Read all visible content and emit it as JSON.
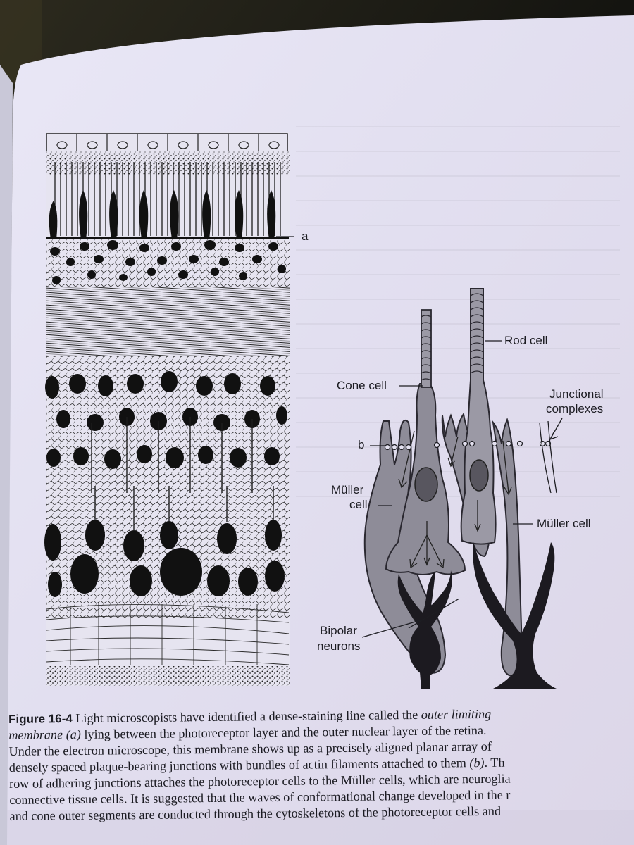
{
  "figure": {
    "label_a": "a",
    "label_b": "b",
    "labels": {
      "rod_cell": "Rod cell",
      "cone_cell": "Cone cell",
      "junctional_1": "Junctional",
      "junctional_2": "complexes",
      "muller_left_1": "Müller",
      "muller_left_2": "cell",
      "muller_right": "Müller cell",
      "bipolar_1": "Bipolar",
      "bipolar_2": "neurons"
    }
  },
  "caption": {
    "figure_number": "Figure 16-4",
    "line1_text": " Light microscopists have identified a dense-staining line called the ",
    "line1_italic": "outer limiting",
    "line2_italic": "membrane (a)",
    "line2_text": " lying between the photoreceptor layer and the outer nuclear layer of the retina.",
    "line3": "Under the electron microscope, this membrane shows up as a precisely aligned planar array of",
    "line4_text": "densely spaced plaque-bearing junctions with bundles of actin filaments attached to them ",
    "line4_italic": "(b)",
    "line4_tail": ". Th",
    "line5": "row of adhering junctions attaches the photoreceptor cells to the Müller cells, which are neuroglia",
    "line6": "connective tissue cells. It is suggested that the waves of conformational change developed in the r",
    "line7": "and cone outer segments are conducted through the cytoskeletons of the photoreceptor cells and"
  },
  "colors": {
    "page": "#e4e1f0",
    "cell_gray": "#8f8d99",
    "dark": "#1d1b22"
  }
}
